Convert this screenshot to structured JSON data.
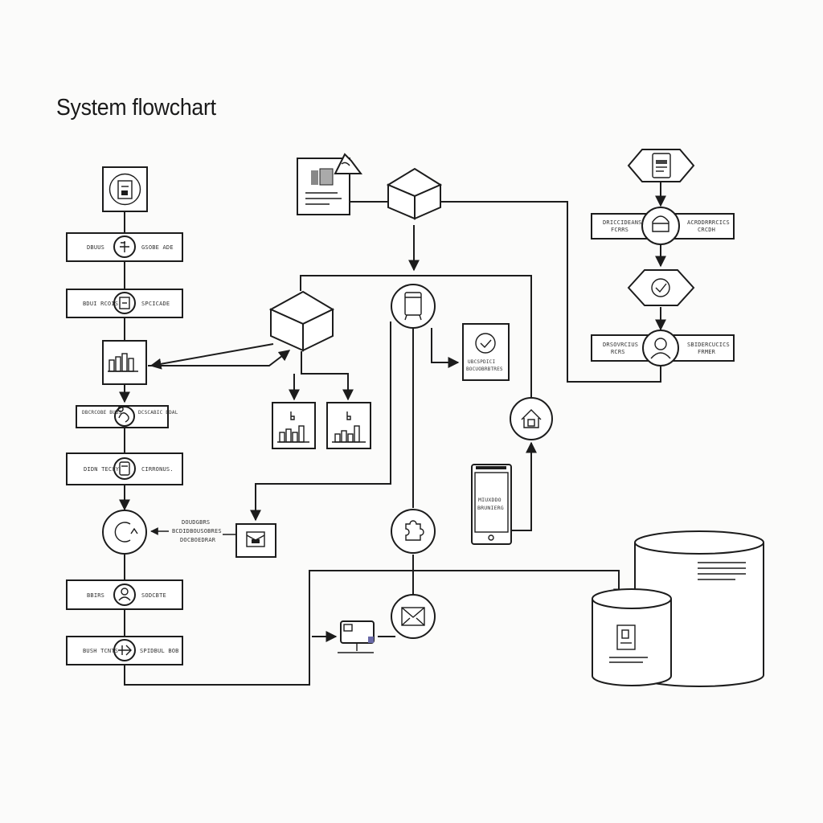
{
  "title": "System flowchart",
  "left_column": {
    "rows": [
      {
        "left": "DBUUS",
        "right": "GSOBE ADE"
      },
      {
        "left": "BDUI RCOIS",
        "right": "SPCICADE"
      },
      {
        "left": "DBCRCOBE BUBS",
        "right": "DCSCABIC BDAL"
      },
      {
        "left": "DIDN TECUY",
        "right": "CIRRONUS."
      },
      {
        "left": "BBIRS",
        "right": "SODCBTE"
      },
      {
        "left": "BUSH TCNTS",
        "right": "SPIDBUL BOB"
      }
    ],
    "side_note": [
      "DOUDGBRS",
      "BCDIDBOUSOBRES",
      "DOCBOEDRAR"
    ]
  },
  "center": {
    "check_panel_label": [
      "UBCSPDICI",
      "BOCUOBRBTRES"
    ],
    "phone_label": [
      "MIUXDDO",
      "BRUNIERG"
    ]
  },
  "right_column": {
    "rows": [
      {
        "left": [
          "DRICCIDEANS",
          "FCRRS"
        ],
        "right": [
          "ACRDDRRRCICS",
          "CRCDH"
        ]
      },
      {
        "left": [
          "DRSOVRCIUS",
          "RCRS"
        ],
        "right": [
          "SBIDERCUCICS",
          "FRMER"
        ]
      }
    ]
  },
  "colors": {
    "stroke": "#1c1c1c",
    "background": "#fbfbfa",
    "fill": "#ffffff"
  }
}
